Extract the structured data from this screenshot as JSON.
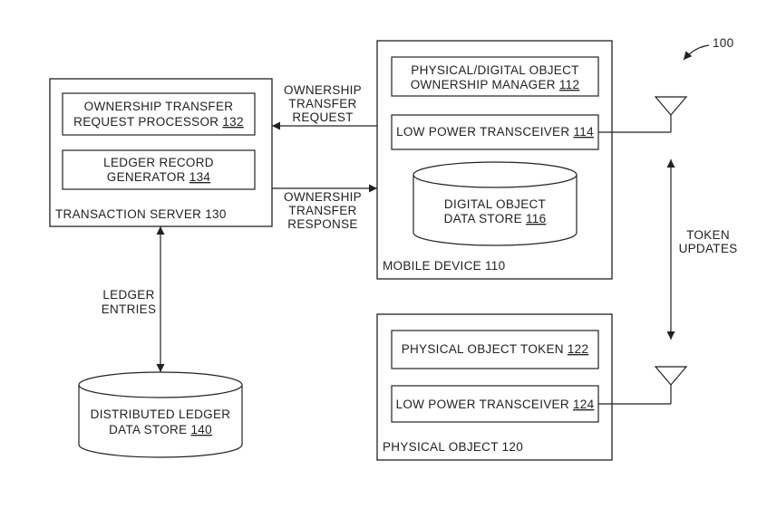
{
  "figure": {
    "ref": "100"
  },
  "transaction_server": {
    "label": "TRANSACTION SERVER",
    "ref": "130",
    "processor": {
      "line1": "OWNERSHIP TRANSFER",
      "line2": "REQUEST PROCESSOR",
      "ref": "132"
    },
    "generator": {
      "line1": "LEDGER RECORD",
      "line2": "GENERATOR",
      "ref": "134"
    }
  },
  "mobile_device": {
    "label": "MOBILE DEVICE",
    "ref": "110",
    "manager": {
      "line1": "PHYSICAL/DIGITAL OBJECT",
      "line2": "OWNERSHIP MANAGER",
      "ref": "112"
    },
    "transceiver": {
      "label": "LOW POWER TRANSCEIVER",
      "ref": "114"
    },
    "store": {
      "line1": "DIGITAL OBJECT",
      "line2": "DATA STORE",
      "ref": "116"
    }
  },
  "physical_object": {
    "label": "PHYSICAL OBJECT",
    "ref": "120",
    "token": {
      "label": "PHYSICAL OBJECT TOKEN",
      "ref": "122"
    },
    "transceiver": {
      "label": "LOW POWER TRANSCEIVER",
      "ref": "124"
    }
  },
  "ledger_store": {
    "line1": "DISTRIBUTED LEDGER",
    "line2": "DATA STORE",
    "ref": "140"
  },
  "arrows": {
    "request": [
      "OWNERSHIP",
      "TRANSFER",
      "REQUEST"
    ],
    "response": [
      "OWNERSHIP",
      "TRANSFER",
      "RESPONSE"
    ],
    "ledger": [
      "LEDGER",
      "ENTRIES"
    ],
    "token": [
      "TOKEN",
      "UPDATES"
    ]
  }
}
